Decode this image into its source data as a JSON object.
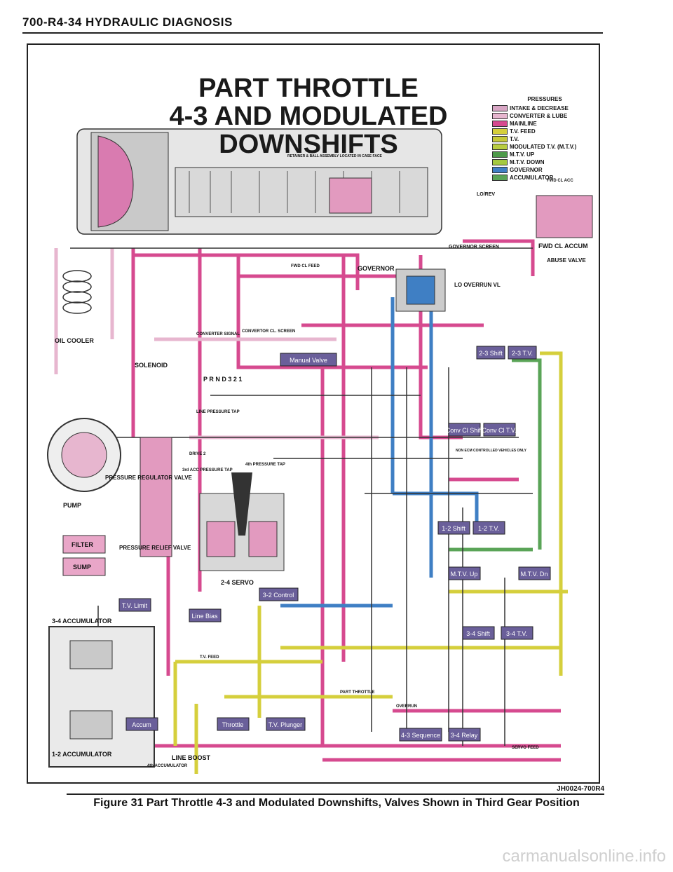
{
  "header": {
    "title": "700-R4-34   HYDRAULIC DIAGNOSIS"
  },
  "diagram": {
    "title_line1": "PART THROTTLE",
    "title_line2": "4-3 AND MODULATED DOWNSHIFTS",
    "legend": {
      "title": "PRESSURES",
      "items": [
        {
          "label": "INTAKE & DECREASE",
          "color": "#d8a6c4"
        },
        {
          "label": "CONVERTER & LUBE",
          "color": "#e7b6cf"
        },
        {
          "label": "MAINLINE",
          "color": "#d64a8f"
        },
        {
          "label": "T.V. FEED",
          "color": "#d5cf3c"
        },
        {
          "label": "T.V.",
          "color": "#c5c93a"
        },
        {
          "label": "MODULATED T.V. (M.T.V.)",
          "color": "#b8cc40"
        },
        {
          "label": "M.T.V. UP",
          "color": "#4e9a4a"
        },
        {
          "label": "M.T.V. DOWN",
          "color": "#a5c940"
        },
        {
          "label": "GOVERNOR",
          "color": "#3f7fc4"
        },
        {
          "label": "ACCUMULATOR",
          "color": "#5aa457"
        }
      ]
    },
    "labels": {
      "oil_cooler": "OIL COOLER",
      "solenoid": "SOLENOID",
      "pump": "PUMP",
      "filter": "FILTER",
      "sump": "SUMP",
      "pressure_regulator": "PRESSURE REGULATOR VALVE",
      "pressure_relief": "PRESSURE RELIEF VALVE",
      "servo": "2-4 SERVO",
      "accum_34": "3-4 ACCUMULATOR",
      "accum_12": "1-2 ACCUMULATOR",
      "line_boost": "LINE BOOST",
      "governor": "GOVERNOR",
      "governor_screen": "GOVERNOR SCREEN",
      "fwd_cl_accum": "FWD CL ACCUM",
      "abuse_valve": "ABUSE VALVE",
      "lo_overrun": "LO OVERRUN VL",
      "retainer": "RETAINER & BALL ASSEMBLY LOCATED IN CASE FACE",
      "non_ecm": "NON ECM CONTROLLED VEHICLES ONLY",
      "fwd_cl_feed": "FWD CL FEED",
      "converter_signal": "CONVERTER SIGNAL",
      "converter_cl_screen": "CONVERTOR CL. SCREEN",
      "line_pressure_tap": "LINE PRESSURE TAP",
      "acc_pressure_tap": "3rd ACC PRESSURE TAP",
      "fourth_pressure_tap": "4th PRESSURE TAP",
      "drive_2": "DRIVE 2",
      "servo_feed": "SERVO FEED",
      "accumulator_4th": "4th ACCUMULATOR",
      "part_throttle": "PART THROTTLE",
      "tv_feed": "T.V. FEED",
      "overrun": "OVERRUN",
      "lo_rev": "LO/REV",
      "fwd_cl_acc": "FWD CL ACC",
      "gear_selector": "P R N D 3 2 1"
    },
    "valves": {
      "manual": "Manual Valve",
      "shift_23": "2-3 Shift",
      "tv_23": "2-3 T.V.",
      "conv_cl_shift": "Conv Cl Shift",
      "conv_cl_tv": "Conv Cl T.V.",
      "shift_12": "1-2 Shift",
      "tv_12": "1-2 T.V.",
      "mtv_up": "M.T.V. Up",
      "mtv_down": "M.T.V. Dn",
      "tv_limit": "T.V. Limit",
      "line_bias": "Line Bias",
      "control_32": "3-2 Control",
      "shift_34": "3-4 Shift",
      "tv_34": "3-4 T.V.",
      "accum": "Accum",
      "throttle": "Throttle",
      "tv_plunger": "T.V. Plunger",
      "sequence_43": "4-3 Sequence",
      "relay_34": "3-4 Relay"
    }
  },
  "footer": {
    "code": "JH0024-700R4",
    "caption": "Figure 31 Part Throttle 4-3 and Modulated Downshifts, Valves Shown in Third Gear Position"
  },
  "watermark": "carmanualsonline.info"
}
